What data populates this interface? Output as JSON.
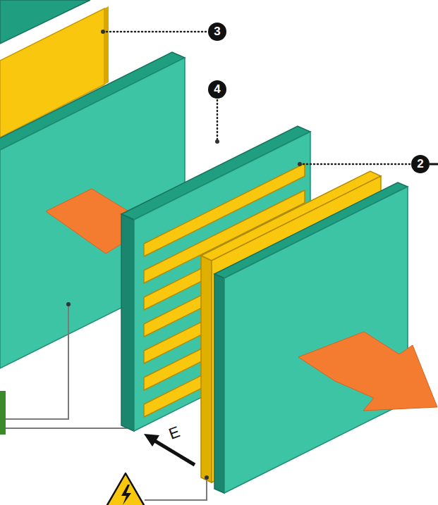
{
  "diagram": {
    "labels": [
      "3",
      "4",
      "2",
      "E"
    ]
  }
}
